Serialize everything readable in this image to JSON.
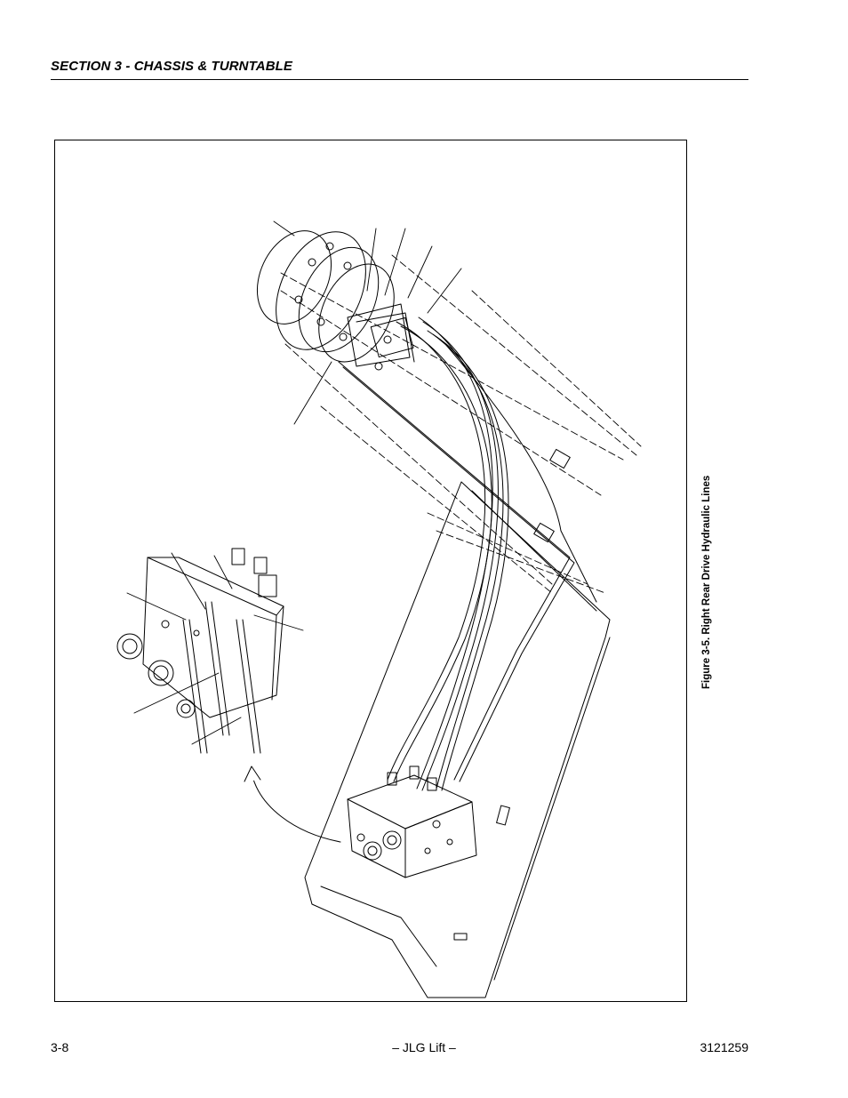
{
  "header": {
    "section_title": "SECTION 3 - CHASSIS & TURNTABLE"
  },
  "figure": {
    "caption": "Figure 3-5.  Right Rear Drive Hydraulic Lines"
  },
  "footer": {
    "page_number": "3-8",
    "center_text": "– JLG Lift –",
    "doc_number": "3121259"
  }
}
